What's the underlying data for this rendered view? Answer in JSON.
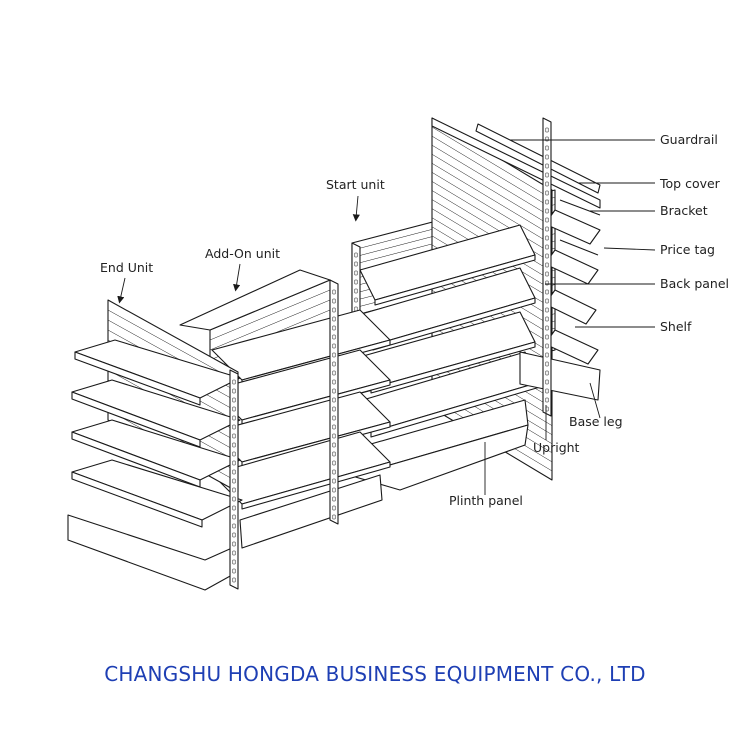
{
  "colors": {
    "line": "#1a1a1a",
    "fill": "#ffffff",
    "caption": "#1e3fb4"
  },
  "labels": {
    "end_unit": "End Unit",
    "add_on_unit": "Add-On unit",
    "start_unit": "Start unit",
    "guardrail": "Guardrail",
    "top_cover": "Top cover",
    "bracket": "Bracket",
    "price_tag": "Price tag",
    "back_panel": "Back panel",
    "shelf": "Shelf",
    "base_leg": "Base leg",
    "upright": "Upright",
    "plinth_panel": "Plinth panel"
  },
  "caption": "CHANGSHU HONGDA BUSINESS EQUIPMENT CO., LTD"
}
